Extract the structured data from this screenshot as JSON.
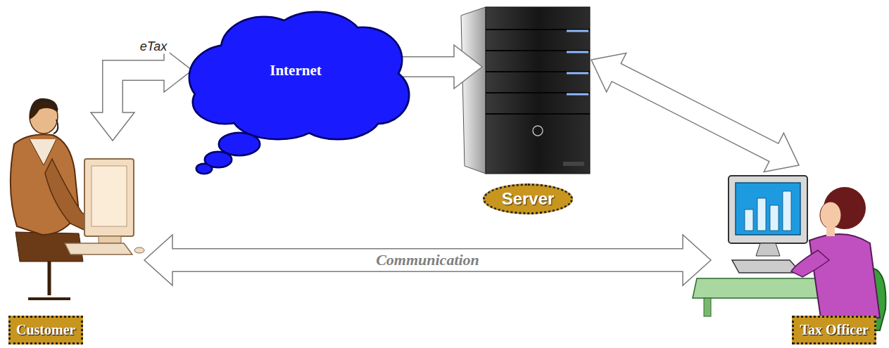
{
  "diagram": {
    "nodes": [
      {
        "text": [
          "Internet"
        ]
      },
      {
        "text": [
          "Server"
        ]
      },
      {
        "text": [
          "Customer"
        ]
      },
      {
        "text": [
          "Tax Officer"
        ]
      }
    ],
    "edges": [
      {
        "from": 2,
        "to": 0,
        "arrow": "both",
        "label": "eTax"
      },
      {
        "from": 0,
        "to": 1,
        "arrow": "to"
      },
      {
        "from": 1,
        "to": 3,
        "arrow": "both"
      },
      {
        "from": 2,
        "to": 3,
        "arrow": "both",
        "label": "Communication"
      }
    ]
  }
}
